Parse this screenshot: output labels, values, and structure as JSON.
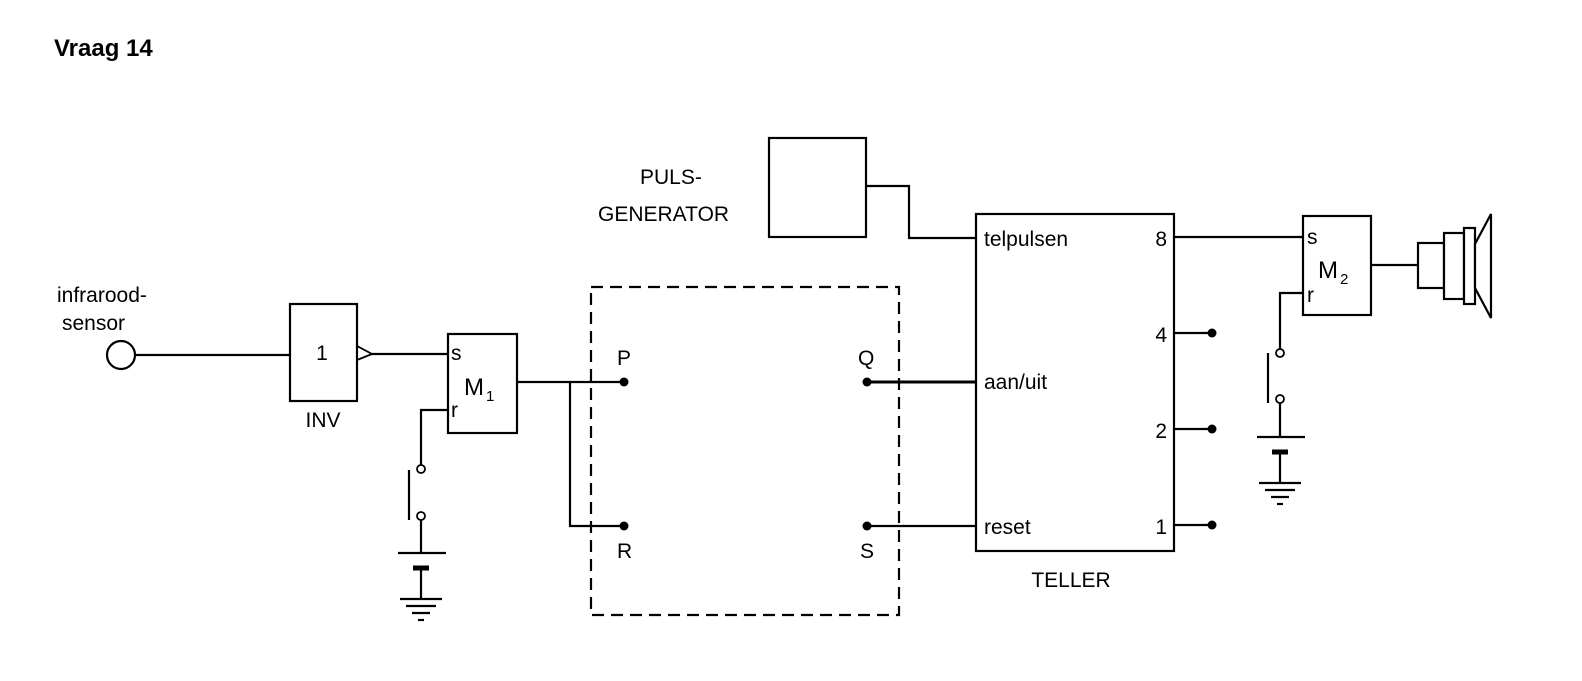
{
  "title": "Vraag 14",
  "sensor": {
    "label_line1": "infrarood-",
    "label_line2": "sensor"
  },
  "inverter": {
    "symbol": "1",
    "label": "INV"
  },
  "memory1": {
    "set": "s",
    "reset": "r",
    "name": "M",
    "subscript": "1"
  },
  "processor": {
    "input_p": "P",
    "input_r": "R",
    "output_q": "Q",
    "output_s": "S"
  },
  "pulse_generator": {
    "label_line1": "PULS-",
    "label_line2": "GENERATOR"
  },
  "counter": {
    "name": "TELLER",
    "inputs": {
      "count": "telpulsen",
      "enable": "aan/uit",
      "reset": "reset"
    },
    "outputs": [
      "8",
      "4",
      "2",
      "1"
    ]
  },
  "memory2": {
    "set": "s",
    "reset": "r",
    "name": "M",
    "subscript": "2"
  }
}
